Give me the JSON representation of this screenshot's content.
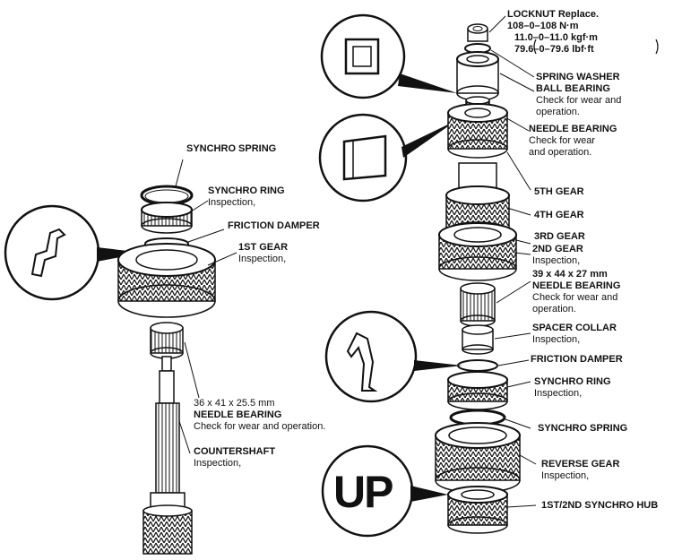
{
  "labels": {
    "synchro_spring_left": "SYNCHRO SPRING",
    "synchro_ring_left": "SYNCHRO RING",
    "synchro_ring_left_note": "Inspection,",
    "friction_damper_left": "FRICTION DAMPER",
    "first_gear": "1ST GEAR",
    "first_gear_note": "Inspection,",
    "needle_bearing_left_size": "36 x 41 x 25.5 mm",
    "needle_bearing_left": "NEEDLE BEARING",
    "needle_bearing_left_note": "Check for wear and operation.",
    "countershaft": "COUNTERSHAFT",
    "countershaft_note": "Inspection,",
    "locknut": "LOCKNUT Replace.",
    "locknut_torque1": "108–0–108 N·m",
    "locknut_torque2": "11.0–0–11.0 kgf·m",
    "locknut_torque3": "79.6–0–79.6 lbf·ft",
    "spring_washer": "SPRING WASHER",
    "ball_bearing": "BALL BEARING",
    "ball_bearing_note1": "Check for wear and",
    "ball_bearing_note2": "operation.",
    "needle_bearing_top": "NEEDLE BEARING",
    "needle_bearing_top_note1": "Check for wear",
    "needle_bearing_top_note2": "and operation.",
    "fifth_gear": "5TH GEAR",
    "fourth_gear": "4TH GEAR",
    "third_gear": "3RD GEAR",
    "second_gear": "2ND GEAR",
    "second_gear_note": "Inspection,",
    "needle_bearing_right_size": "39 x 44 x 27 mm",
    "needle_bearing_right": "NEEDLE BEARING",
    "needle_bearing_right_note1": "Check for wear and",
    "needle_bearing_right_note2": "operation.",
    "spacer_collar": "SPACER COLLAR",
    "spacer_collar_note": "Inspection,",
    "friction_damper_right": "FRICTION DAMPER",
    "synchro_ring_right": "SYNCHRO RING",
    "synchro_ring_right_note": "Inspection,",
    "synchro_spring_right": "SYNCHRO SPRING",
    "reverse_gear": "REVERSE GEAR",
    "reverse_gear_note": "Inspection,",
    "synchro_hub": "1ST/2ND SYNCHRO HUB",
    "up_symbol": "UP"
  }
}
